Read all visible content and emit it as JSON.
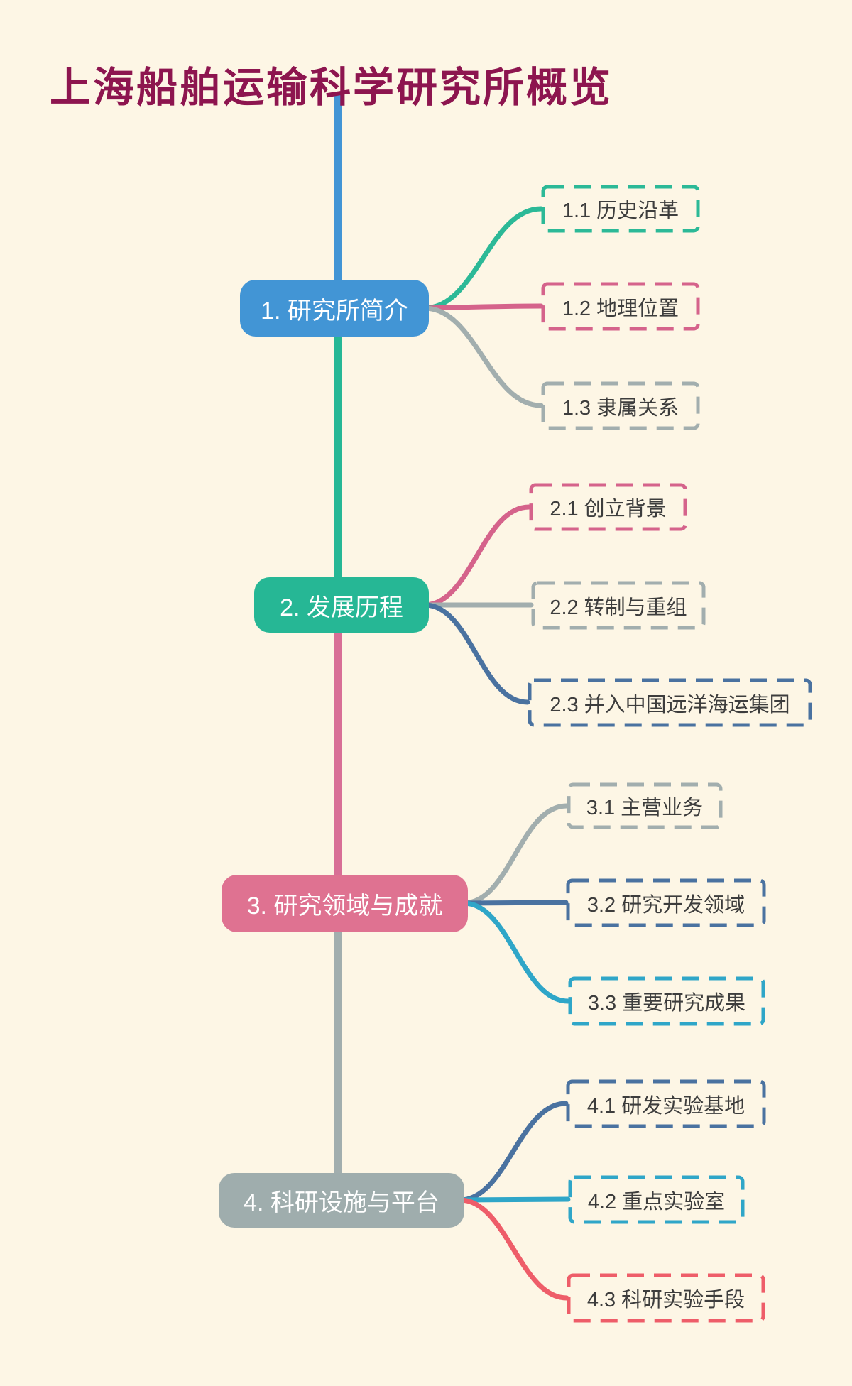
{
  "title": {
    "text": "上海船舶运输科学研究所概览",
    "color": "#8d154f"
  },
  "background_color": "#fdf6e5",
  "spine": {
    "segment_colors": [
      "#4295d5",
      "#26b795",
      "#d86f96",
      "#a2aeae"
    ]
  },
  "sections": [
    {
      "label": "1. 研究所简介",
      "color": "#4295d5",
      "children": [
        {
          "label": "1.1 历史沿革",
          "color": "#2cb997"
        },
        {
          "label": "1.2 地理位置",
          "color": "#d5638b"
        },
        {
          "label": "1.3 隶属关系",
          "color": "#a2aeae"
        }
      ]
    },
    {
      "label": "2. 发展历程",
      "color": "#26b795",
      "children": [
        {
          "label": "2.1 创立背景",
          "color": "#d5638b"
        },
        {
          "label": "2.2 转制与重组",
          "color": "#a2aeae"
        },
        {
          "label": "2.3 并入中国远洋海运集团",
          "color": "#4a72a0"
        }
      ]
    },
    {
      "label": "3. 研究领域与成就",
      "color": "#df7291",
      "children": [
        {
          "label": "3.1 主营业务",
          "color": "#a2aeae"
        },
        {
          "label": "3.2 研究开发领域",
          "color": "#4a72a0"
        },
        {
          "label": "3.3 重要研究成果",
          "color": "#2fa6c8"
        }
      ]
    },
    {
      "label": "4. 科研设施与平台",
      "color": "#9fadad",
      "children": [
        {
          "label": "4.1 研发实验基地",
          "color": "#4a72a0"
        },
        {
          "label": "4.2 重点实验室",
          "color": "#2fa6c8"
        },
        {
          "label": "4.3 科研实验手段",
          "color": "#ee5d69"
        }
      ]
    }
  ]
}
